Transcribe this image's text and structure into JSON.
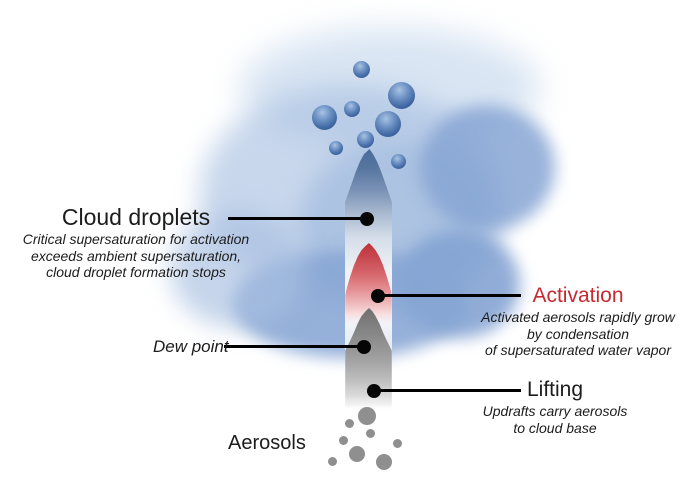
{
  "annotations": {
    "cloud_droplets": {
      "title": "Cloud droplets",
      "desc": [
        "Critical supersaturation for activation",
        "exceeds ambient supersaturation,",
        "cloud droplet formation stops"
      ]
    },
    "activation": {
      "title": "Activation",
      "desc": [
        "Activated aerosols rapidly grow",
        "by condensation",
        "of supersaturated water vapor"
      ]
    },
    "dew_point": {
      "title": "Dew point"
    },
    "lifting": {
      "title": "Lifting",
      "desc": [
        "Updrafts carry aerosols",
        "to cloud base"
      ]
    },
    "aerosols": {
      "title": "Aerosols"
    }
  },
  "colors": {
    "activation_red": "#c52a31",
    "arrow_blue": "#52719e",
    "chevron_red": "#c23840",
    "chevron_gray": "#787878",
    "cloud_blue": "#9db9dd",
    "droplet_blue": "#3d639e",
    "aerosol_gray": "#8f8f8f",
    "line_black": "#000000",
    "text_black": "#1c1c1c"
  },
  "figures": {
    "cloud_droplet_particles": [
      [
        361,
        69,
        8.5
      ],
      [
        401,
        95,
        13.5
      ],
      [
        324,
        117,
        12.5
      ],
      [
        352,
        109,
        8
      ],
      [
        388,
        124,
        13
      ],
      [
        365,
        139,
        8.5
      ],
      [
        336,
        148,
        7
      ],
      [
        398,
        161,
        7.5
      ]
    ],
    "aerosol_particles": [
      [
        367,
        416,
        9
      ],
      [
        349,
        423,
        4.5
      ],
      [
        370,
        433,
        4.5
      ],
      [
        343,
        440,
        4.5
      ],
      [
        357,
        454,
        8
      ],
      [
        397,
        443,
        4.5
      ],
      [
        384,
        462,
        8
      ],
      [
        332,
        461,
        4.5
      ]
    ]
  }
}
